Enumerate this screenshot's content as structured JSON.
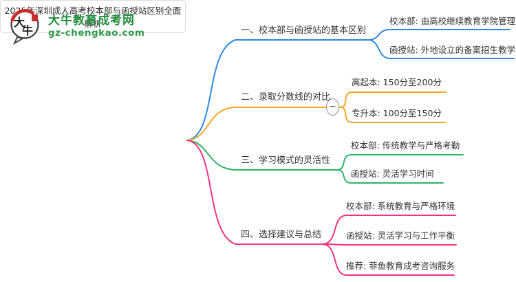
{
  "site": {
    "logo_icon": "daniu-bull-seal-icon",
    "logo_icon_chars": "大牛",
    "logo_title": "大牛教育成考网",
    "logo_domain": "gz-chengkao.com",
    "brand_green": "#238c3f",
    "seal_red": "#c8302e"
  },
  "mindmap": {
    "root": "2025年深圳成人高考校本部与函授站区别全面解析",
    "branches": [
      {
        "label": "一、校本部与函授站的基本区别",
        "color": "#2f88e0",
        "children": [
          "校本部: 由高校继续教育学院管理",
          "函授站: 外地设立的备案招生教学点"
        ]
      },
      {
        "label": "二、录取分数线的对比",
        "color": "#f5a623",
        "collapse_symbol": "−",
        "children": [
          "高起本: 150分至200分",
          "专升本: 100分至150分"
        ]
      },
      {
        "label": "三、学习模式的灵活性",
        "color": "#2bb566",
        "children": [
          "校本部: 传统教学与严格考勤",
          "函授站: 灵活学习时间"
        ]
      },
      {
        "label": "四、选择建议与总结",
        "color": "#f3337f",
        "children": [
          "校本部: 系统教育与严格环境",
          "函授站: 灵活学习与工作平衡",
          "推荐: 菲鱼教育成考咨询服务"
        ]
      }
    ]
  }
}
